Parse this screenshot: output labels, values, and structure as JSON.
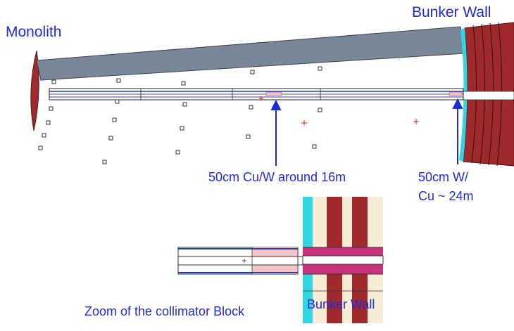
{
  "labels": {
    "monolith": "Monolith",
    "bunker_wall_top": "Bunker Wall",
    "cuw_16m": "50cm Cu/W around 16m",
    "w_24m_line1": "50cm W/",
    "w_24m_line2": "Cu  ~ 24m",
    "zoom_caption": "Zoom of the collimator Block",
    "bunker_wall_bottom": "Bunker Wall"
  },
  "colors": {
    "label_blue": "#1f2bd6",
    "wall_red": "#9e2a2b",
    "wall_cream": "#f7ecd6",
    "wall_cyan": "#33d6e0",
    "shield_gray": "#7a8799",
    "block_magenta": "#c8327d",
    "block_pink": "#f4c3cc",
    "beam_blue": "#1f3fb0",
    "marker_red": "#d02020"
  }
}
